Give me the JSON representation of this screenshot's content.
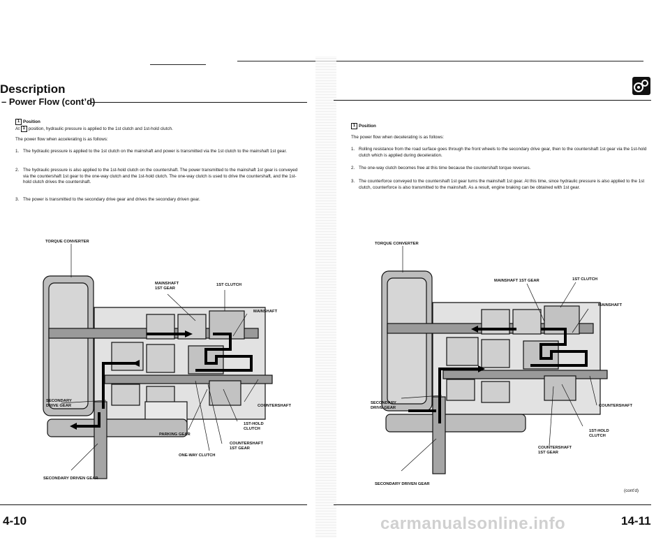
{
  "left": {
    "heading": "Description",
    "subheading": "– Power Flow (cont’d)",
    "position_icon": "1",
    "position_title": "Position",
    "position_line_prefix": "At",
    "position_line_rest": "position, hydraulic pressure is applied to the 1st clutch and 1st-hold clutch.",
    "intro": "The power flow when accelerating is as follows:",
    "items": [
      {
        "num": "1.",
        "text": "The hydraulic pressure is applied to the 1st clutch on the mainshaft and power is transmitted via the 1st clutch to the mainshaft 1st gear."
      },
      {
        "num": "2.",
        "text": "The hydraulic pressure is also applied to the 1st-hold clutch on the countershaft. The power transmitted to the mainshaft 1st gear is conveyed via the countershaft 1st gear to the one-way clutch and the 1st-hold clutch. The one-way clutch is used to drive the countershaft, and the 1st-hold clutch drives the countershaft."
      },
      {
        "num": "3.",
        "text": "The power is transmitted to the secondary drive gear and drives the secondary driven gear."
      }
    ],
    "labels": {
      "torque_converter": "TORQUE CONVERTER",
      "mainshaft_1st_gear": "MAINSHAFT\n1ST GEAR",
      "first_clutch": "1ST CLUTCH",
      "mainshaft": "MAINSHAFT",
      "secondary_drive_gear": "SECONDARY\nDRIVE GEAR",
      "countershaft": "COUNTERSHAFT",
      "first_hold_clutch": "1ST-HOLD\nCLUTCH",
      "parking_gear": "PARKING GEAR",
      "countershaft_1st_gear": "COUNTERSHAFT\n1ST GEAR",
      "one_way_clutch": "ONE-WAY CLUTCH",
      "secondary_driven_gear": "SECONDARY DRIVEN GEAR"
    },
    "page_number": "4-10"
  },
  "right": {
    "position_icon": "1",
    "position_title": "Position",
    "intro": "The power flow when decelerating is as follows:",
    "items": [
      {
        "num": "1.",
        "text": "Rolling resistance from the road surface goes through the front wheels to the secondary drive gear, then to the countershaft 1st gear via the 1st-hold clutch which is applied during deceleration."
      },
      {
        "num": "2.",
        "text": "The one-way clutch becomes free at this time because the countershaft torque reverses."
      },
      {
        "num": "3.",
        "text": "The counterforce conveyed to the countershaft 1st gear turns the mainshaft 1st gear. At this time, since hydraulic pressure is also applied to the 1st clutch, counterforce is also transmitted to the mainshaft. As a result, engine braking can be obtained with 1st gear."
      }
    ],
    "labels": {
      "torque_converter": "TORQUE CONVERTER",
      "mainshaft_1st_gear": "MAINSHAFT 1ST GEAR",
      "first_clutch": "1ST CLUTCH",
      "mainshaft": "MAINSHAFT",
      "secondary_drive_gear": "SECONDARY\nDRIVE GEAR",
      "countershaft": "COUNTERSHAFT",
      "first_hold_clutch": "1ST-HOLD\nCLUTCH",
      "countershaft_1st_gear": "COUNTERSHAFT\n1ST GEAR",
      "secondary_driven_gear": "SECONDARY DRIVEN GEAR"
    },
    "contd": "(cont’d)",
    "page_number": "14-11",
    "section_icon": "gear-icon"
  },
  "watermark": "carmanualsonline.info"
}
